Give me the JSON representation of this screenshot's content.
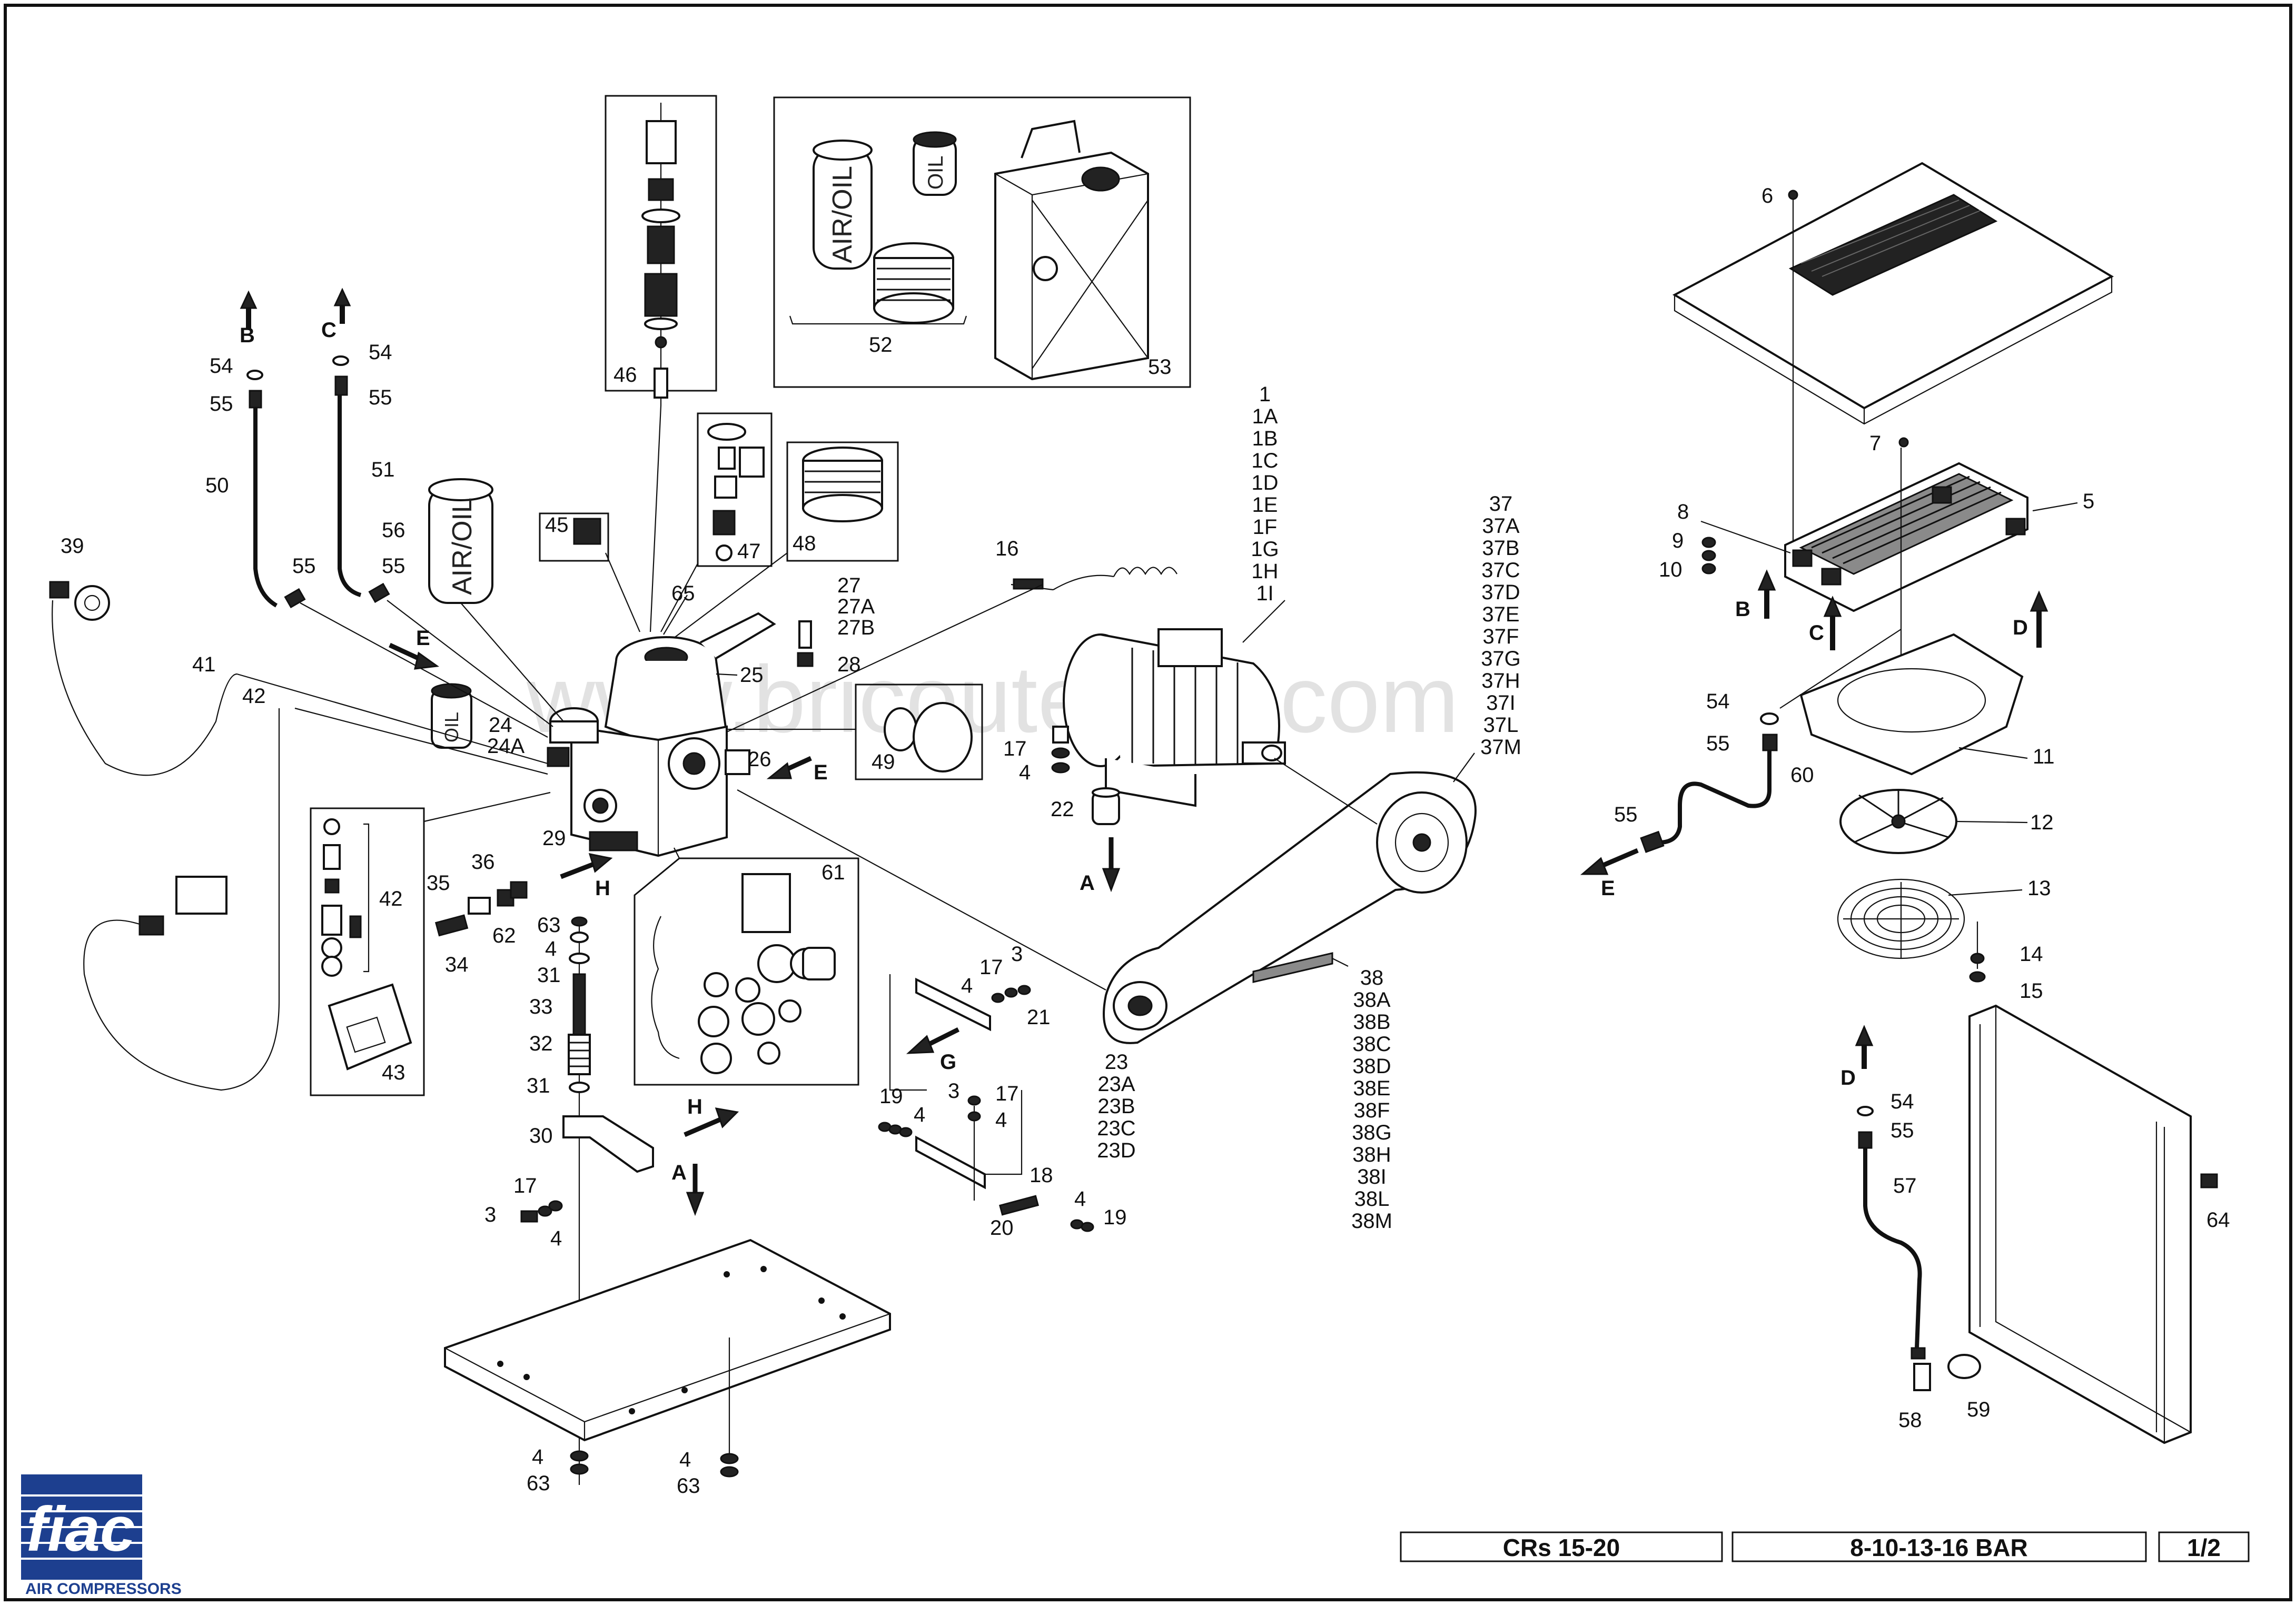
{
  "title_block": {
    "model": "CRs 15-20",
    "pressure": "8-10-13-16 BAR",
    "sheet": "1/2"
  },
  "logo": {
    "brand": "fiac",
    "tagline": "AIR COMPRESSORS"
  },
  "watermark": "www.bricoutensili.com",
  "consumables": {
    "air_oil_filter": "AIR/OIL",
    "oil_filter": "OIL",
    "filter_kit_ref": "52",
    "oil_can_ref": "53"
  },
  "spare_filter_can": "AIR/OIL",
  "small_oil_can": "OIL",
  "motor_codes": [
    "1",
    "1A",
    "1B",
    "1C",
    "1D",
    "1E",
    "1F",
    "1G",
    "1H",
    "1I"
  ],
  "belt_pulley_codes": [
    "37",
    "37A",
    "37B",
    "37C",
    "37D",
    "37E",
    "37F",
    "37G",
    "37H",
    "37I",
    "37L",
    "37M"
  ],
  "belt_codes": [
    "38",
    "38A",
    "38B",
    "38C",
    "38D",
    "38E",
    "38F",
    "38G",
    "38H",
    "38I",
    "38L",
    "38M"
  ],
  "motor_pulley_codes": [
    "23",
    "23A",
    "23B",
    "23C",
    "23D"
  ],
  "callouts": {
    "c6": "6",
    "c7": "7",
    "c5": "5",
    "c8": "8",
    "c9": "9",
    "c10": "10",
    "c11": "11",
    "c12": "12",
    "c13": "13",
    "c14": "14",
    "c15": "15",
    "c54a": "54",
    "c55a": "55",
    "c60": "60",
    "c55b": "55",
    "c54b": "54",
    "c55c": "55",
    "c57": "57",
    "c58": "58",
    "c59": "59",
    "c64": "64",
    "c54l": "54",
    "c55l": "55",
    "c50": "50",
    "c54m": "54",
    "c55m": "55",
    "c51": "51",
    "c55n": "55",
    "c55o": "55",
    "c56": "56",
    "c39": "39",
    "c41": "41",
    "c42a": "42",
    "c45": "45",
    "c46": "46",
    "c47": "47",
    "c48": "48",
    "c65": "65",
    "c16": "16",
    "c27": "27",
    "c27a": "27A",
    "c27b": "27B",
    "c28": "28",
    "c25": "25",
    "c24": "24",
    "c24a": "24A",
    "c26": "26",
    "c49": "49",
    "c29": "29",
    "c17a": "17",
    "c4a": "4",
    "c22": "22",
    "c36": "36",
    "c35": "35",
    "c62": "62",
    "c34": "34",
    "c42b": "42",
    "c43": "43",
    "c63a": "63",
    "c4b": "4",
    "c31a": "31",
    "c33": "33",
    "c32": "32",
    "c31b": "31",
    "c30": "30",
    "c61": "61",
    "c17b": "17",
    "c3a": "3",
    "c4c": "4",
    "c21": "21",
    "c19a": "19",
    "c4d": "4",
    "c3b": "3",
    "c17c": "17",
    "c4e": "4",
    "c18": "18",
    "c20": "20",
    "c4f": "4",
    "c19b": "19",
    "c3c": "3",
    "c17d": "17",
    "c4g": "4",
    "c4h": "4",
    "c63b": "63",
    "c4i": "4",
    "c63c": "63"
  },
  "flow_arrows": {
    "B": "B",
    "C": "C",
    "D": "D",
    "E": "E",
    "A": "A",
    "H": "H",
    "G": "G"
  }
}
